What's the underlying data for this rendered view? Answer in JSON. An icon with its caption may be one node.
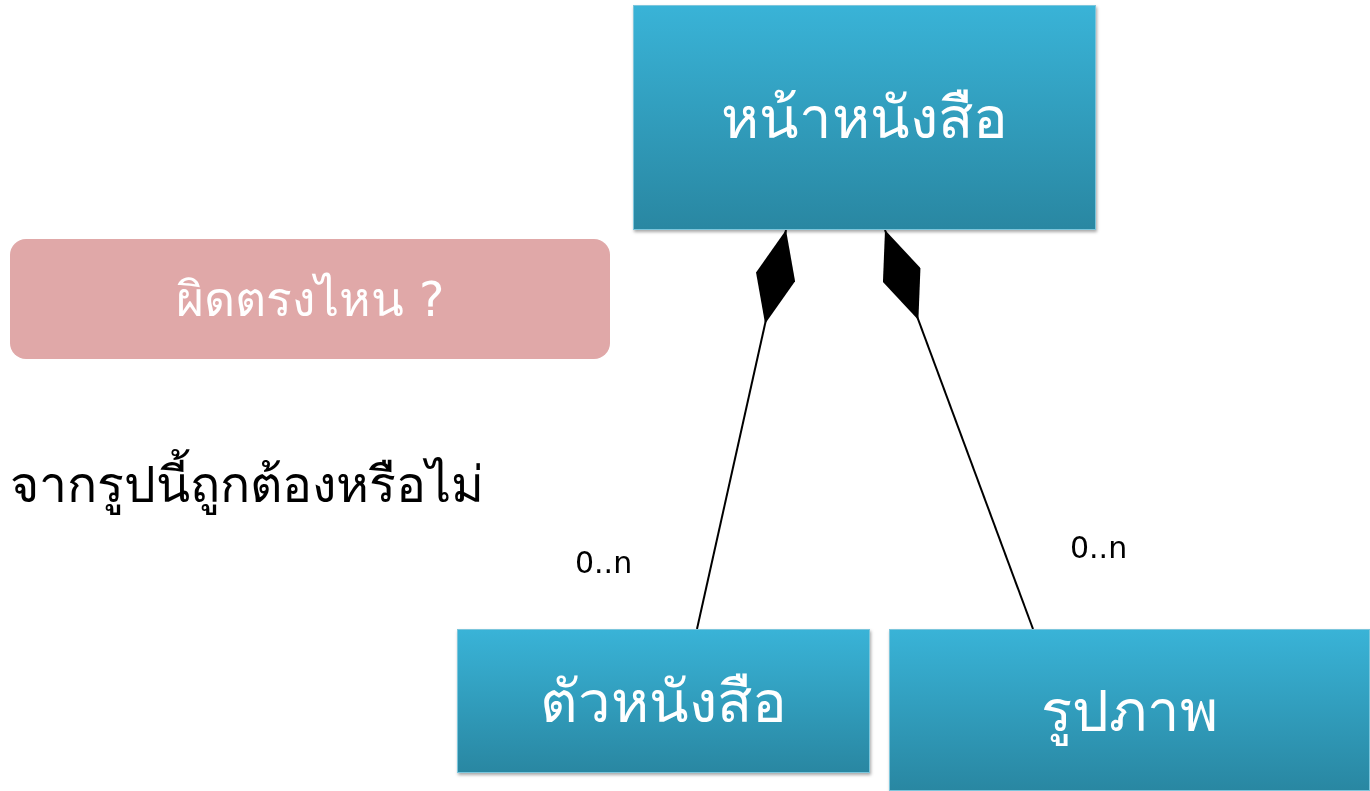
{
  "diagram": {
    "nodes": [
      {
        "text": [
          "หน้าหนังสือ"
        ]
      },
      {
        "text": [
          "ตัวหนังสือ"
        ]
      },
      {
        "text": [
          "รูปภาพ"
        ]
      },
      {
        "text": [
          "ผิดตรงไหน ?"
        ]
      }
    ],
    "edges": [
      {
        "from": 1,
        "to": 0,
        "arrow": "other",
        "label": "0..n"
      },
      {
        "from": 2,
        "to": 0,
        "arrow": "other",
        "label": "0..n"
      }
    ],
    "labels": [
      "จากรูปนี้ถูกต้องหรือไม่"
    ]
  }
}
